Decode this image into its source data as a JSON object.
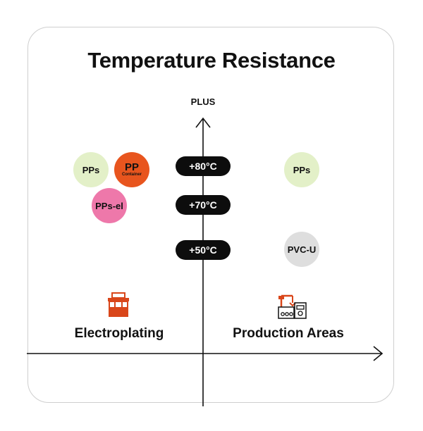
{
  "title": "Temperature Resistance",
  "axis": {
    "y_label": "PLUS"
  },
  "temperatures": [
    "+80°C",
    "+70°C",
    "+50°C"
  ],
  "materials": {
    "left_pps": {
      "label": "PPs",
      "color": "#e3f0c8"
    },
    "left_pp": {
      "label": "PP",
      "sublabel": "Container",
      "color": "#e8551e"
    },
    "left_pps_el": {
      "label": "PPs-el",
      "color": "#ee78aa"
    },
    "right_pps": {
      "label": "PPs",
      "color": "#e3f0c8"
    },
    "right_pvcu": {
      "label": "PVC-U",
      "color": "#dedede"
    }
  },
  "areas": {
    "left": {
      "label": "Electroplating",
      "icon": "electroplating-tank-icon"
    },
    "right": {
      "label": "Production Areas",
      "icon": "factory-robot-icon"
    }
  },
  "colors": {
    "accent": "#d9461a",
    "axis": "#111111"
  }
}
